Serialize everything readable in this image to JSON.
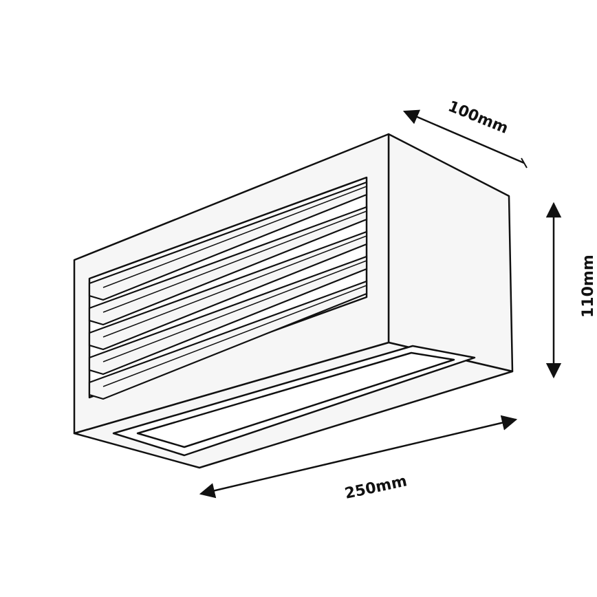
{
  "dimensions": {
    "depth": "100mm",
    "height": "110mm",
    "width": "250mm"
  },
  "colors": {
    "line": "#111111",
    "fill": "#f4f4f4"
  }
}
